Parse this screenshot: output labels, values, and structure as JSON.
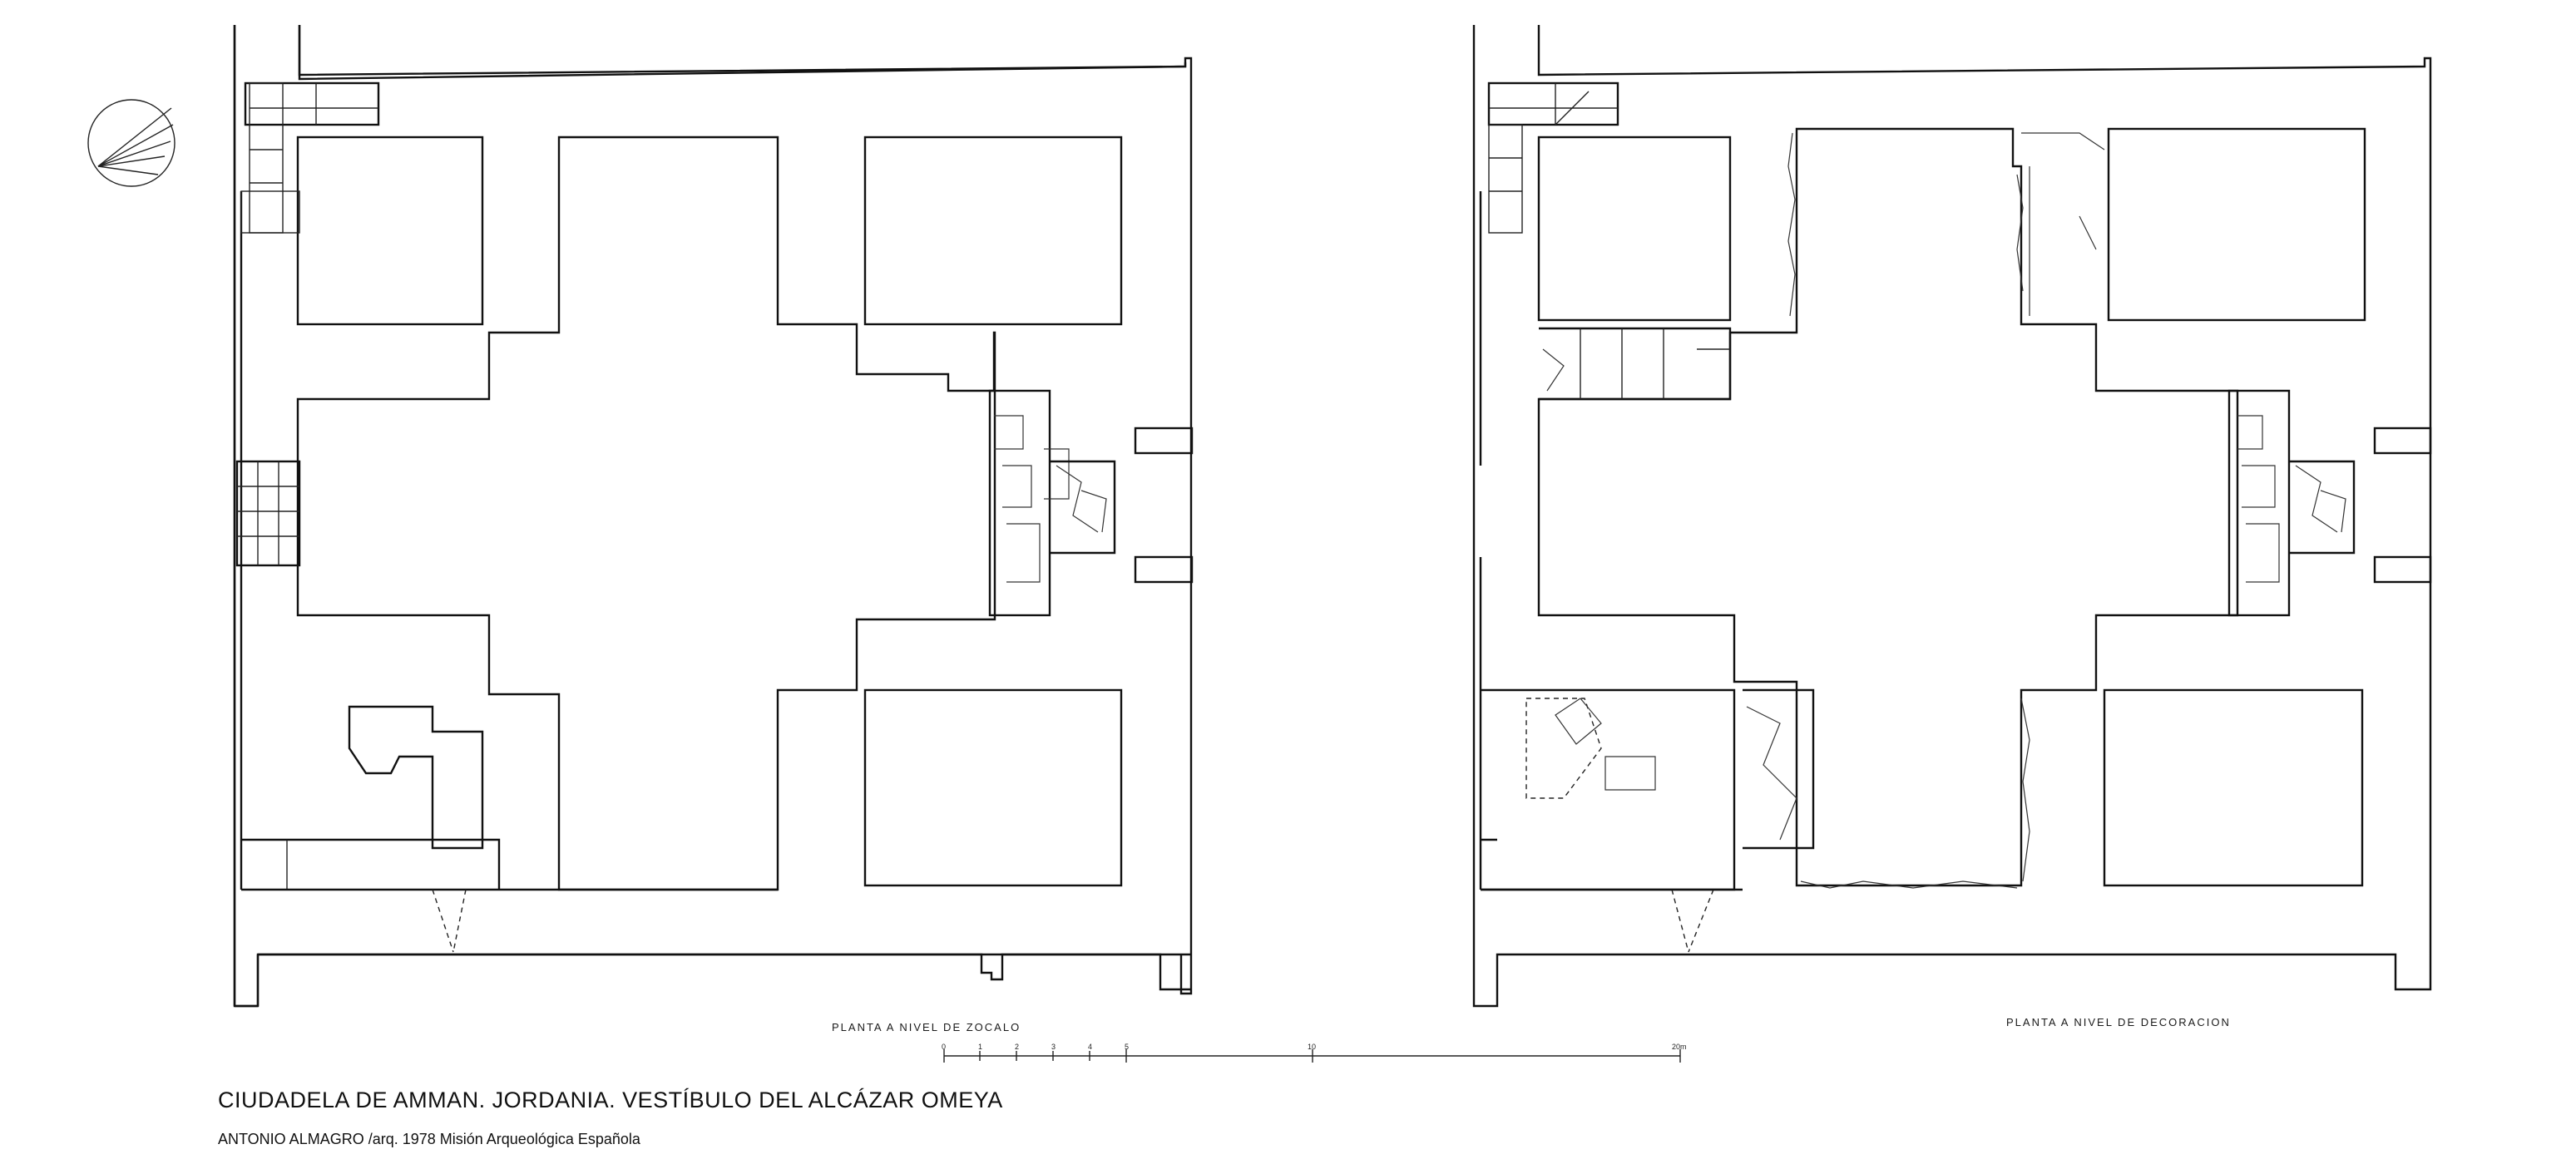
{
  "drawing": {
    "title": "CIUDADELA DE AMMAN. JORDANIA. VESTÍBULO DEL ALCÁZAR OMEYA",
    "credit": "ANTONIO ALMAGRO /arq.  1978  Misión Arqueológica Española"
  },
  "plans": [
    {
      "label": "PLANTA A NIVEL DE ZOCALO"
    },
    {
      "label": "PLANTA A NIVEL DE DECORACION"
    }
  ],
  "scale_bar": {
    "ticks": [
      "0",
      "1",
      "2",
      "3",
      "4",
      "5",
      "10",
      "20m"
    ]
  },
  "north_arrow": {
    "icon": "north-arrow-icon"
  }
}
